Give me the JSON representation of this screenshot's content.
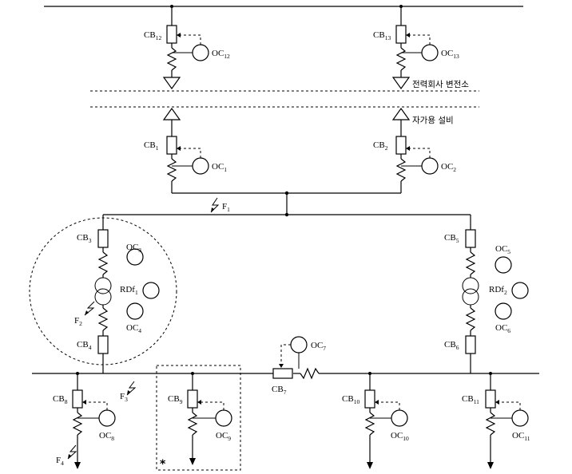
{
  "boundary_labels": {
    "utility": "전력회사 변전소",
    "customer": "자가용 설비"
  },
  "breakers": {
    "cb12": {
      "base": "CB",
      "sub": "12"
    },
    "cb13": {
      "base": "CB",
      "sub": "13"
    },
    "cb1": {
      "base": "CB",
      "sub": "1"
    },
    "cb2": {
      "base": "CB",
      "sub": "2"
    },
    "cb3": {
      "base": "CB",
      "sub": "3"
    },
    "cb4": {
      "base": "CB",
      "sub": "4"
    },
    "cb5": {
      "base": "CB",
      "sub": "5"
    },
    "cb6": {
      "base": "CB",
      "sub": "6"
    },
    "cb7": {
      "base": "CB",
      "sub": "7"
    },
    "cb8": {
      "base": "CB",
      "sub": "8"
    },
    "cb9": {
      "base": "CB",
      "sub": "9"
    },
    "cb10": {
      "base": "CB",
      "sub": "10"
    },
    "cb11": {
      "base": "CB",
      "sub": "11"
    }
  },
  "relays": {
    "oc12": {
      "base": "OC",
      "sub": "12"
    },
    "oc13": {
      "base": "OC",
      "sub": "13"
    },
    "oc1": {
      "base": "OC",
      "sub": "1"
    },
    "oc2": {
      "base": "OC",
      "sub": "2"
    },
    "oc3": {
      "base": "OC",
      "sub": "3"
    },
    "oc4": {
      "base": "OC",
      "sub": "4"
    },
    "oc5": {
      "base": "OC",
      "sub": "5"
    },
    "oc6": {
      "base": "OC",
      "sub": "6"
    },
    "oc7": {
      "base": "OC",
      "sub": "7"
    },
    "oc8": {
      "base": "OC",
      "sub": "8"
    },
    "oc9": {
      "base": "OC",
      "sub": "9"
    },
    "oc10": {
      "base": "OC",
      "sub": "10"
    },
    "oc11": {
      "base": "OC",
      "sub": "11"
    },
    "rdf1": {
      "base": "RDf",
      "sub": "1"
    },
    "rdf2": {
      "base": "RDf",
      "sub": "2"
    }
  },
  "faults": {
    "f1": {
      "base": "F",
      "sub": "1"
    },
    "f2": {
      "base": "F",
      "sub": "2"
    },
    "f3": {
      "base": "F",
      "sub": "3"
    },
    "f4": {
      "base": "F",
      "sub": "4"
    }
  },
  "marker": "*"
}
